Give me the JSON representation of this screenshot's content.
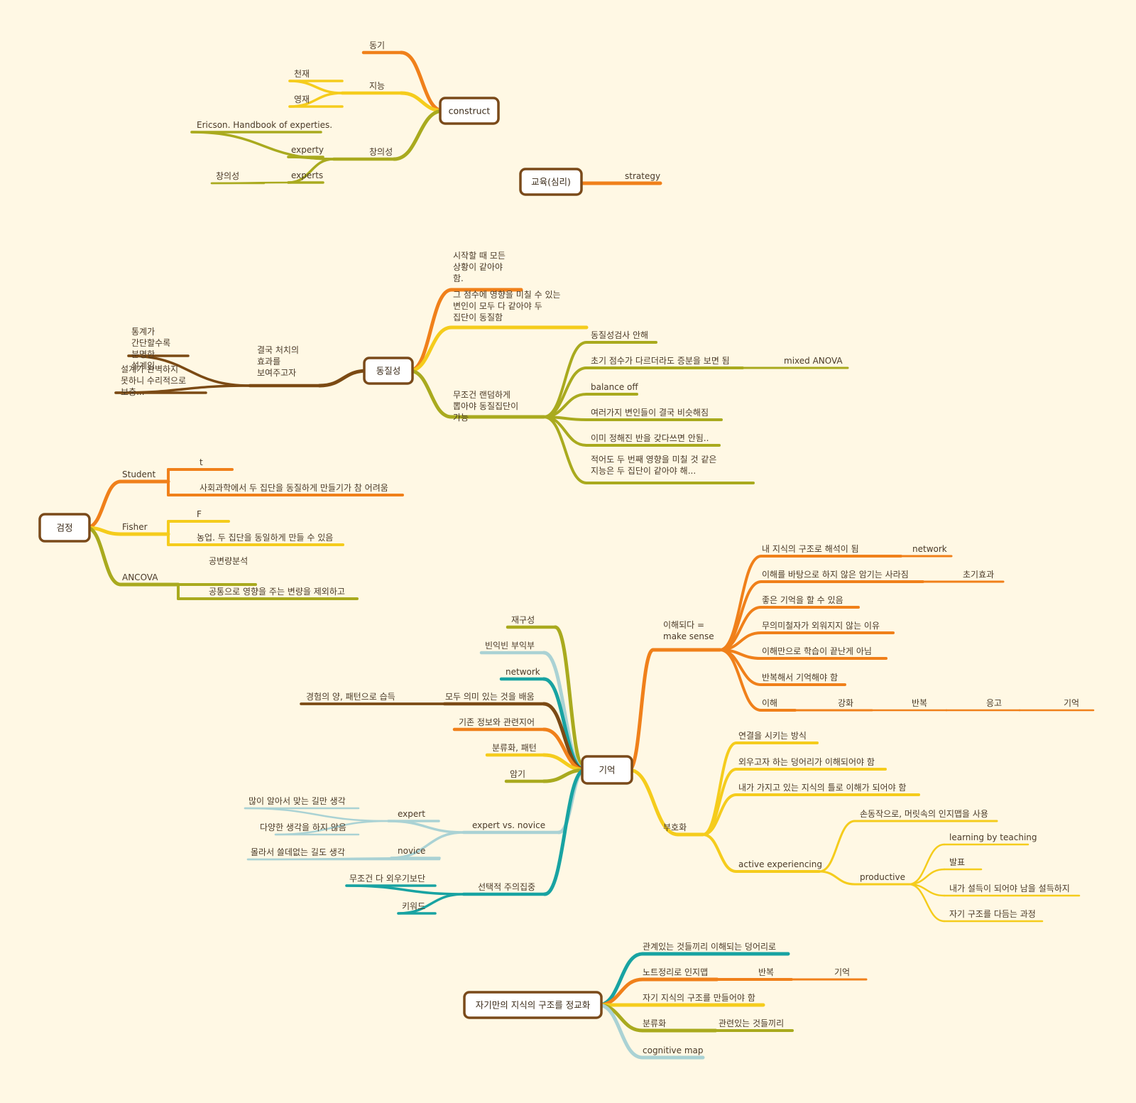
{
  "colors": {
    "background": "#fff8e4",
    "orange": "#f0801a",
    "yellow": "#f5cc1c",
    "olive": "#a9aa1e",
    "brown": "#7b4a14",
    "lightblue": "#aad2d4",
    "teal": "#18a3a2",
    "box_border": "#7a4a1a"
  },
  "maps": [
    {
      "root": "construct",
      "children": [
        {
          "label": "동기",
          "color": "orange"
        },
        {
          "label": "지능",
          "color": "yellow",
          "children": [
            {
              "label": "천재"
            },
            {
              "label": "영재"
            }
          ]
        },
        {
          "label": "창의성",
          "color": "olive",
          "children": [
            {
              "label": "Ericson. Handbook of experties."
            },
            {
              "label": "experty"
            },
            {
              "label": "experts",
              "children": [
                {
                  "label": "창의성"
                }
              ]
            }
          ]
        }
      ]
    },
    {
      "root": "교육(심리)",
      "children": [
        {
          "label": "strategy",
          "color": "orange"
        }
      ]
    },
    {
      "root": "동질성",
      "children": [
        {
          "label": "시작할 때 모든 상황이 같아야 함.",
          "color": "orange"
        },
        {
          "label": "그 점수에 영향을 미칠 수 있는 변인이 모두 다 같아야 두 집단이 동질함",
          "color": "yellow"
        },
        {
          "label": "무조건 랜덤하게 뽑아야 동질집단이 가능",
          "color": "olive",
          "children": [
            {
              "label": "동질성검사 안해"
            },
            {
              "label": "초기 점수가 다르더라도 증분을 보면 됨",
              "children": [
                {
                  "label": "mixed ANOVA"
                }
              ]
            },
            {
              "label": "balance off"
            },
            {
              "label": "여러가지 변인들이 결국 비슷해짐"
            },
            {
              "label": "이미 정해진 반을 갖다쓰면 안됨.."
            },
            {
              "label": "적어도 두 번째 영향을 미칠 것 같은 지능은 두 집단이 같아야 해..."
            }
          ]
        },
        {
          "label": "결국 처치의 효과를 보여주고자",
          "color": "brown",
          "children": [
            {
              "label": "통계가 간단할수록 분명한 설계임"
            },
            {
              "label": "설계가 완벽하지 못하니 수리적으로 보충..."
            }
          ]
        }
      ]
    },
    {
      "root": "검정",
      "children": [
        {
          "label": "Student",
          "color": "orange",
          "children": [
            {
              "label": "t"
            },
            {
              "label": "사회과학에서 두 집단을 동질하게 만들기가 참 어려움"
            }
          ]
        },
        {
          "label": "Fisher",
          "color": "yellow",
          "children": [
            {
              "label": "F"
            },
            {
              "label": "농업. 두 집단을 동일하게 만들 수 있음"
            }
          ]
        },
        {
          "label": "ANCOVA",
          "color": "olive",
          "children": [
            {
              "label": "공변량분석"
            },
            {
              "label": "공통으로 영향을 주는 변량을 제외하고"
            }
          ]
        }
      ]
    },
    {
      "root": "기억",
      "children": [
        {
          "label": "재구성",
          "color": "olive"
        },
        {
          "label": "빈익빈 부익부",
          "color": "lightblue"
        },
        {
          "label": "network",
          "color": "teal"
        },
        {
          "label": "모두 의미 있는 것을 배움",
          "color": "brown",
          "children": [
            {
              "label": "경험의 양, 패턴으로 습득"
            }
          ]
        },
        {
          "label": "기존 정보와 관련지어",
          "color": "orange"
        },
        {
          "label": "분류화, 패턴",
          "color": "yellow"
        },
        {
          "label": "암기",
          "color": "olive"
        },
        {
          "label": "expert vs. novice",
          "color": "lightblue",
          "children": [
            {
              "label": "expert",
              "children": [
                {
                  "label": "많이 알아서 맞는 길만 생각"
                },
                {
                  "label": "다양한 생각을 하지 않음"
                }
              ]
            },
            {
              "label": "novice",
              "children": [
                {
                  "label": "몰라서 쓸데없는 길도 생각"
                }
              ]
            }
          ]
        },
        {
          "label": "선택적 주의집중",
          "color": "teal",
          "children": [
            {
              "label": "무조건 다 외우기보단"
            },
            {
              "label": "키워드"
            }
          ]
        },
        {
          "label": "이해되다 = make sense",
          "color": "orange",
          "children": [
            {
              "label": "내 지식의 구조로 해석이 됨",
              "children": [
                {
                  "label": "network"
                }
              ]
            },
            {
              "label": "이해를 바탕으로 하지 않은 암기는 사라짐",
              "children": [
                {
                  "label": "초기효과"
                }
              ]
            },
            {
              "label": "좋은 기억을 할 수 있음"
            },
            {
              "label": "무의미철자가 외워지지 않는 이유"
            },
            {
              "label": "이해만으로 학습이 끝난게 아님"
            },
            {
              "label": "반복해서 기억해야 함"
            },
            {
              "label": "이해",
              "children": [
                {
                  "label": "강화",
                  "children": [
                    {
                      "label": "반복",
                      "children": [
                        {
                          "label": "응고",
                          "children": [
                            {
                              "label": "기억"
                            }
                          ]
                        }
                      ]
                    }
                  ]
                }
              ]
            }
          ]
        },
        {
          "label": "부호화",
          "color": "yellow",
          "children": [
            {
              "label": "연결을 시키는 방식"
            },
            {
              "label": "외우고자 하는 덩어리가 이해되어야 함"
            },
            {
              "label": "내가 가지고 있는 지식의 틀로 이해가 되어야 함"
            },
            {
              "label": "active experiencing",
              "children": [
                {
                  "label": "손동작으로, 머릿속의 인지맵을 사용"
                },
                {
                  "label": "productive",
                  "children": [
                    {
                      "label": "learning by teaching"
                    },
                    {
                      "label": "발표"
                    },
                    {
                      "label": "내가 설득이 되어야 남을 설득하지"
                    },
                    {
                      "label": "자기 구조를 다듬는 과정"
                    }
                  ]
                }
              ]
            }
          ]
        }
      ]
    },
    {
      "root": "자기만의 지식의 구조를 정교화",
      "children": [
        {
          "label": "관계있는 것들끼리 이해되는 덩어리로",
          "color": "teal"
        },
        {
          "label": "노트정리로 인지맵",
          "color": "orange",
          "children": [
            {
              "label": "반복",
              "children": [
                {
                  "label": "기억"
                }
              ]
            }
          ]
        },
        {
          "label": "자기 지식의 구조를 만들어야 함",
          "color": "yellow"
        },
        {
          "label": "분류화",
          "color": "olive",
          "children": [
            {
              "label": "관련있는 것들끼리"
            }
          ]
        },
        {
          "label": "cognitive map",
          "color": "lightblue"
        }
      ]
    }
  ]
}
